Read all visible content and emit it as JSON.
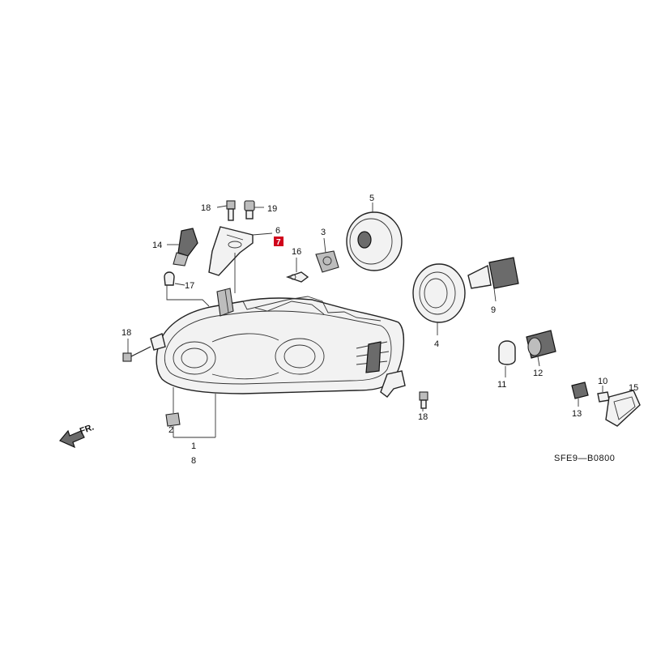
{
  "labels": {
    "l1": "1",
    "l2": "2",
    "l3": "3",
    "l4": "4",
    "l5": "5",
    "l6": "6",
    "l7": "7",
    "l8": "8",
    "l9": "9",
    "l10": "10",
    "l11": "11",
    "l12": "12",
    "l13": "13",
    "l14": "14",
    "l15": "15",
    "l16": "16",
    "l17": "17",
    "l18a": "18",
    "l18b": "18",
    "l18c": "18",
    "l19": "19"
  },
  "direction_label": "FR.",
  "diagram_code": "SFE9—B0800",
  "colors": {
    "highlight": "#d0021b",
    "ink": "#111111"
  }
}
